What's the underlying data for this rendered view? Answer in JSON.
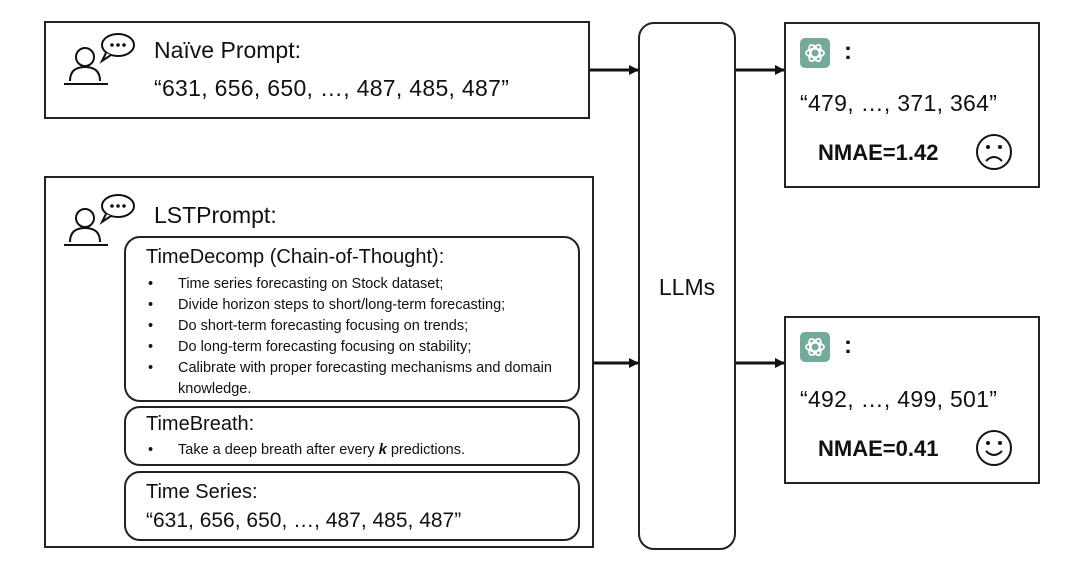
{
  "naive": {
    "title": "Naïve Prompt:",
    "series": "“631, 656, 650, …, 487, 485, 487”"
  },
  "lst": {
    "title": "LSTPrompt:",
    "timedecomp": {
      "title": "TimeDecomp (Chain-of-Thought):",
      "items": [
        "Time series forecasting on Stock dataset;",
        "Divide horizon steps to short/long-term forecasting;",
        "Do short-term forecasting focusing on trends;",
        "Do long-term forecasting focusing on stability;",
        "Calibrate with proper forecasting mechanisms and domain knowledge."
      ]
    },
    "timebreath": {
      "title": "TimeBreath:",
      "item_before": "Take a deep breath after every ",
      "item_k": "k",
      "item_after": " predictions."
    },
    "timeseries": {
      "title": "Time Series:",
      "series": "“631, 656, 650, …, 487, 485, 487”"
    }
  },
  "llm": {
    "label": "LLMs"
  },
  "output_top": {
    "colon": ":",
    "series": "“479, …, 371, 364”",
    "metric": "NMAE=1.42",
    "face": "sad-face-icon"
  },
  "output_bottom": {
    "colon": ":",
    "series": "“492, …, 499, 501”",
    "metric": "NMAE=0.41",
    "face": "smiley-face-icon"
  },
  "colors": {
    "stroke": "#222222",
    "gpt_bg": "#74aa9c"
  }
}
